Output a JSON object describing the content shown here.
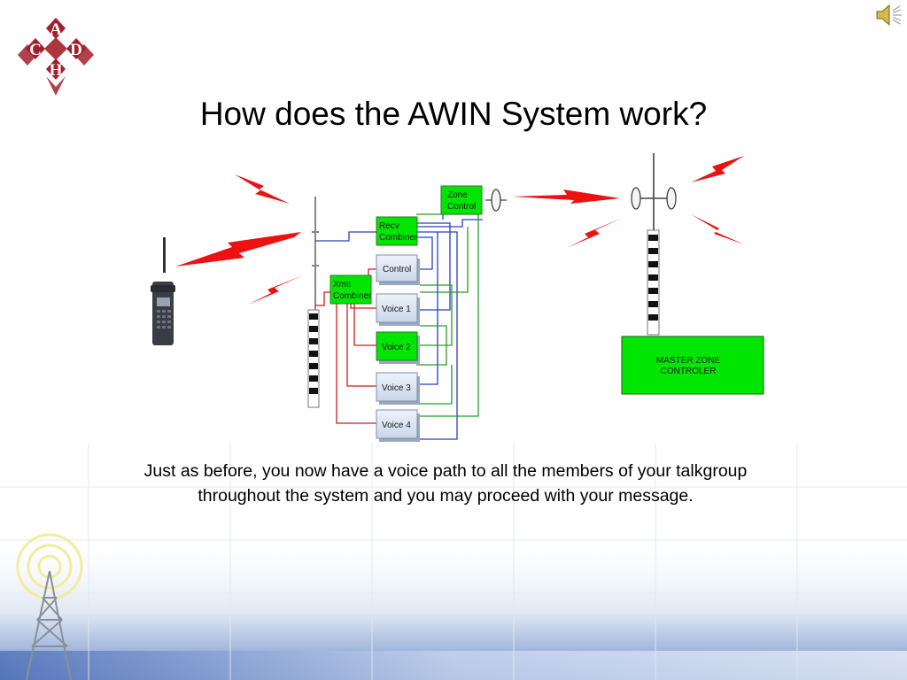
{
  "slide": {
    "title": "How does the AWIN System work?",
    "caption": "Just as before, you now have a voice path to all the members of your talkgroup throughout the system and you may proceed with your message."
  },
  "logo": {
    "letters": [
      "A",
      "C",
      "D",
      "H"
    ],
    "color": "#a3202a"
  },
  "diagram": {
    "boxes": {
      "zone_control": [
        "Zone",
        "Control"
      ],
      "recv_combiner": [
        "Recv",
        "Combiner"
      ],
      "xmit_combiner": [
        "Xmit",
        "Combiner"
      ],
      "control": "Control",
      "voice1": "Voice 1",
      "voice2": "Voice 2",
      "voice3": "Voice 3",
      "voice4": "Voice 4",
      "master_zone": [
        "MASTER ZONE",
        "CONTROLER"
      ]
    },
    "colors": {
      "active_green": "#00e600",
      "idle_box": "#dfe8f4",
      "wire_blue": "#2a3fbf",
      "wire_red": "#d11a1a",
      "wire_green": "#2a9a2a",
      "bolt_red": "#ee1111"
    },
    "icons": [
      "radio-handset-icon",
      "antenna-tower-icon",
      "dish-antenna-icon",
      "speaker-icon"
    ]
  }
}
